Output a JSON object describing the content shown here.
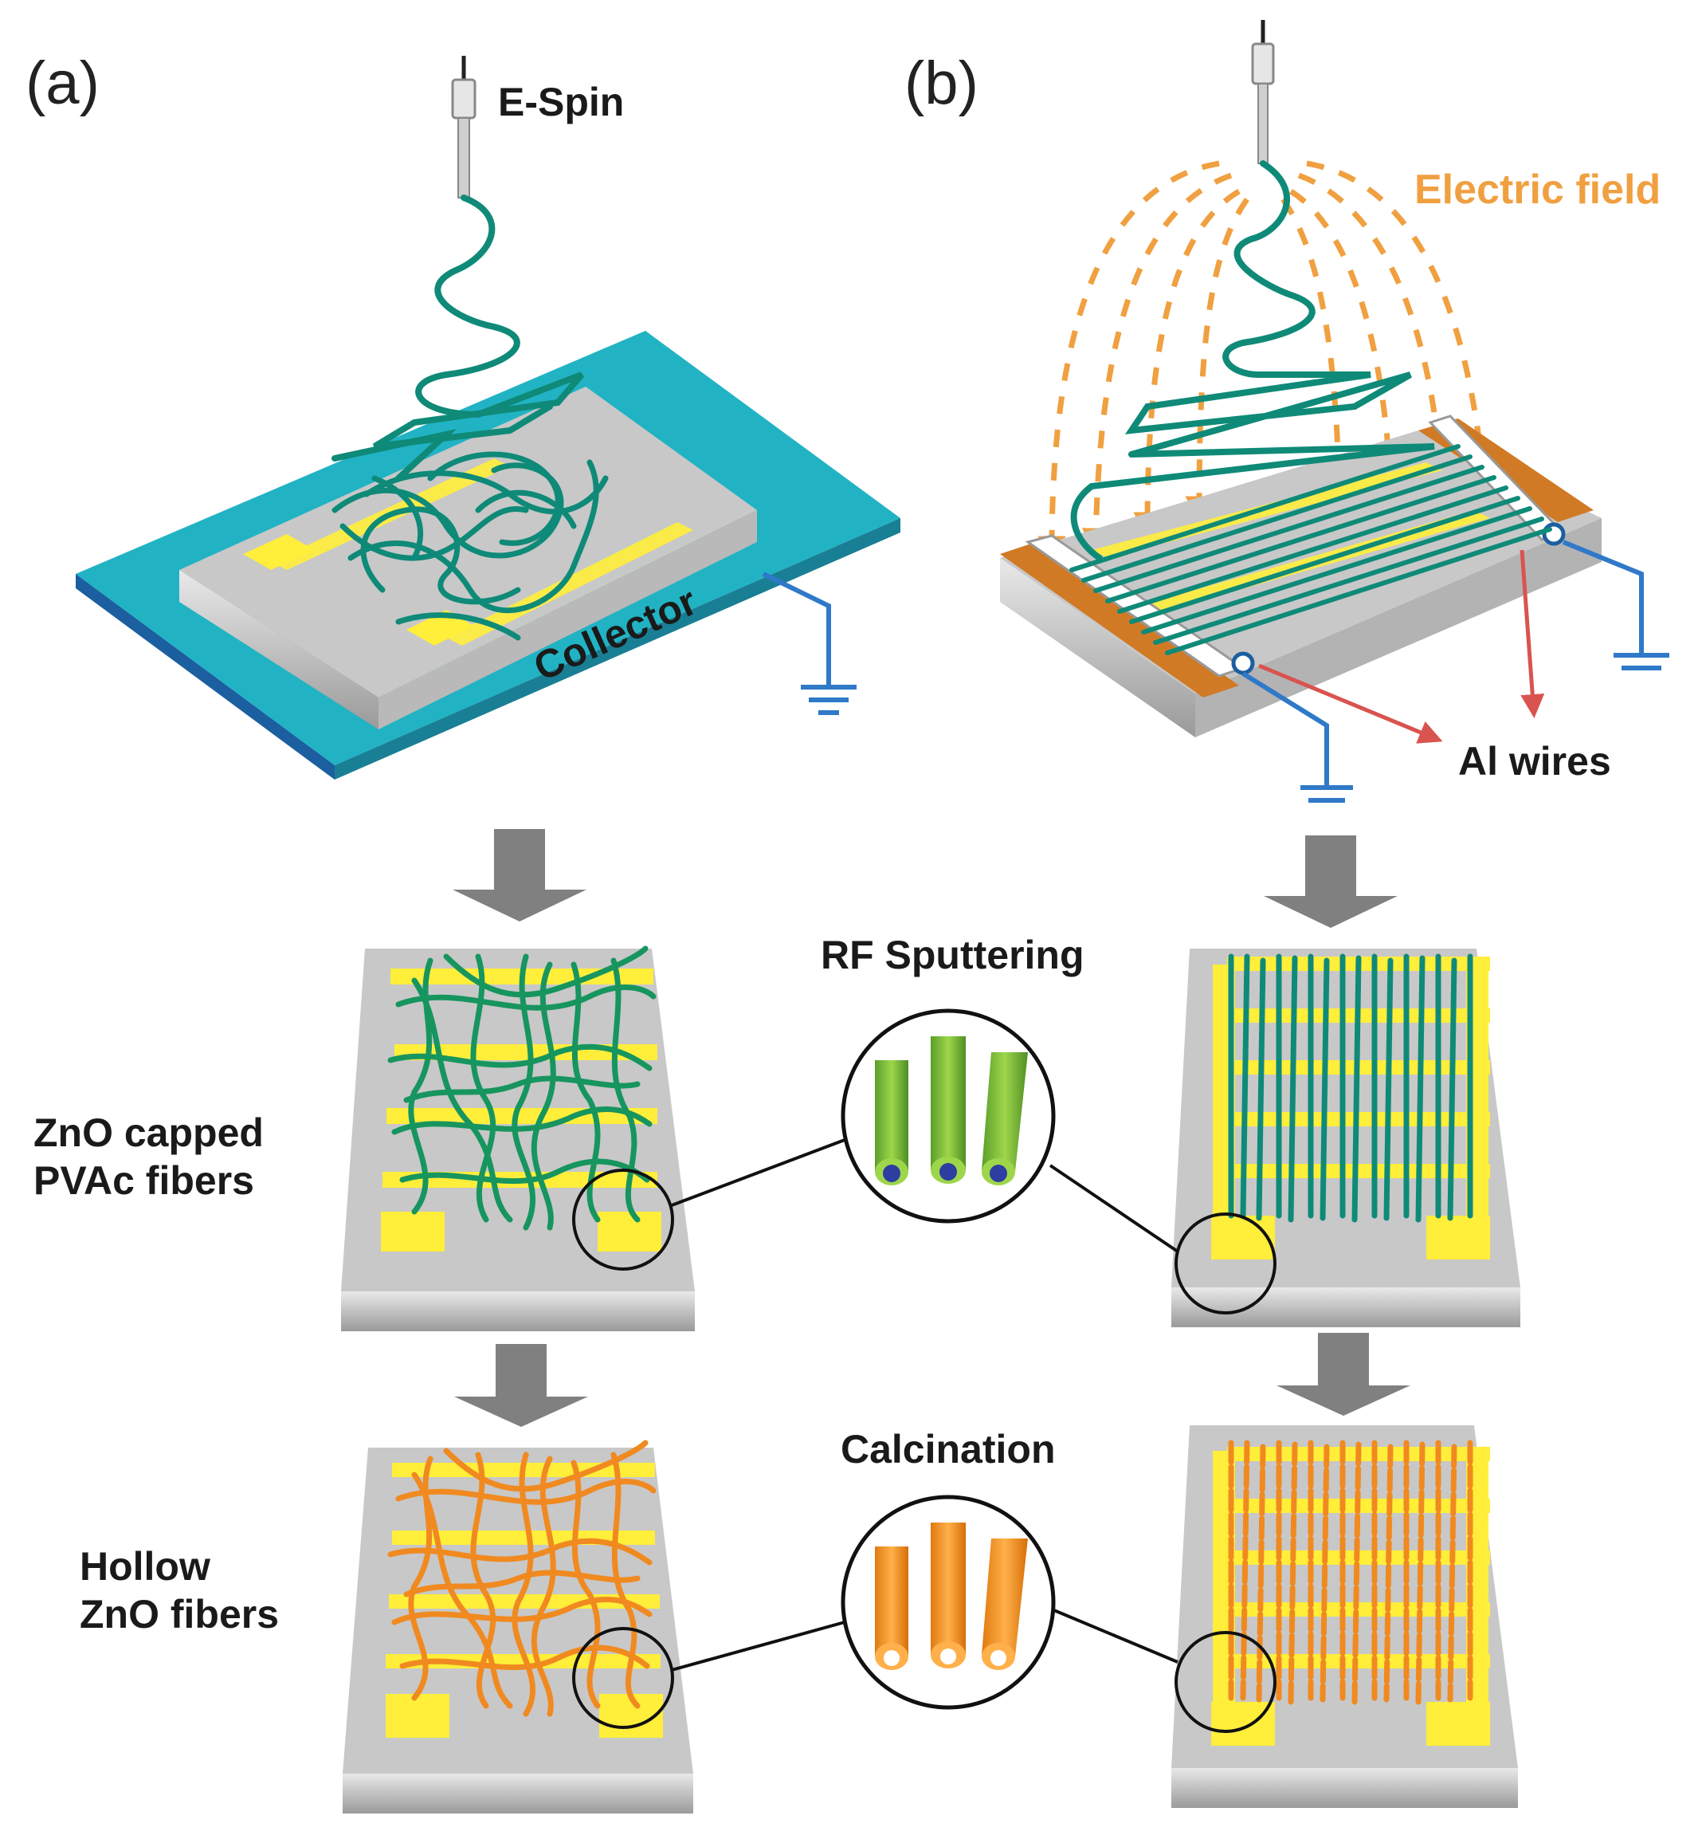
{
  "figure": {
    "panel_a": "(a)",
    "panel_b": "(b)",
    "e_spin": "E-Spin",
    "collector": "Collector",
    "electric_field": "Electric field",
    "al_wires": "Al wires",
    "rf_sputtering": "RF Sputtering",
    "calcination": "Calcination",
    "zno_capped_line1": "ZnO capped",
    "zno_capped_line2": "PVAc fibers",
    "hollow_line1": "Hollow",
    "hollow_line2": "ZnO fibers"
  },
  "colors": {
    "fiber_teal": "#0f8a78",
    "fiber_green": "#17955f",
    "fiber_orange": "#f08a20",
    "collector_cyan": "#21b3c4",
    "electrode_yellow": "#ffee3a",
    "substrate_gray": "#c8c8c8",
    "field_arrow": "#f0a040",
    "ground_blue": "#2f79c8",
    "pointer_red": "#d9534f",
    "process_arrow": "#808080"
  }
}
